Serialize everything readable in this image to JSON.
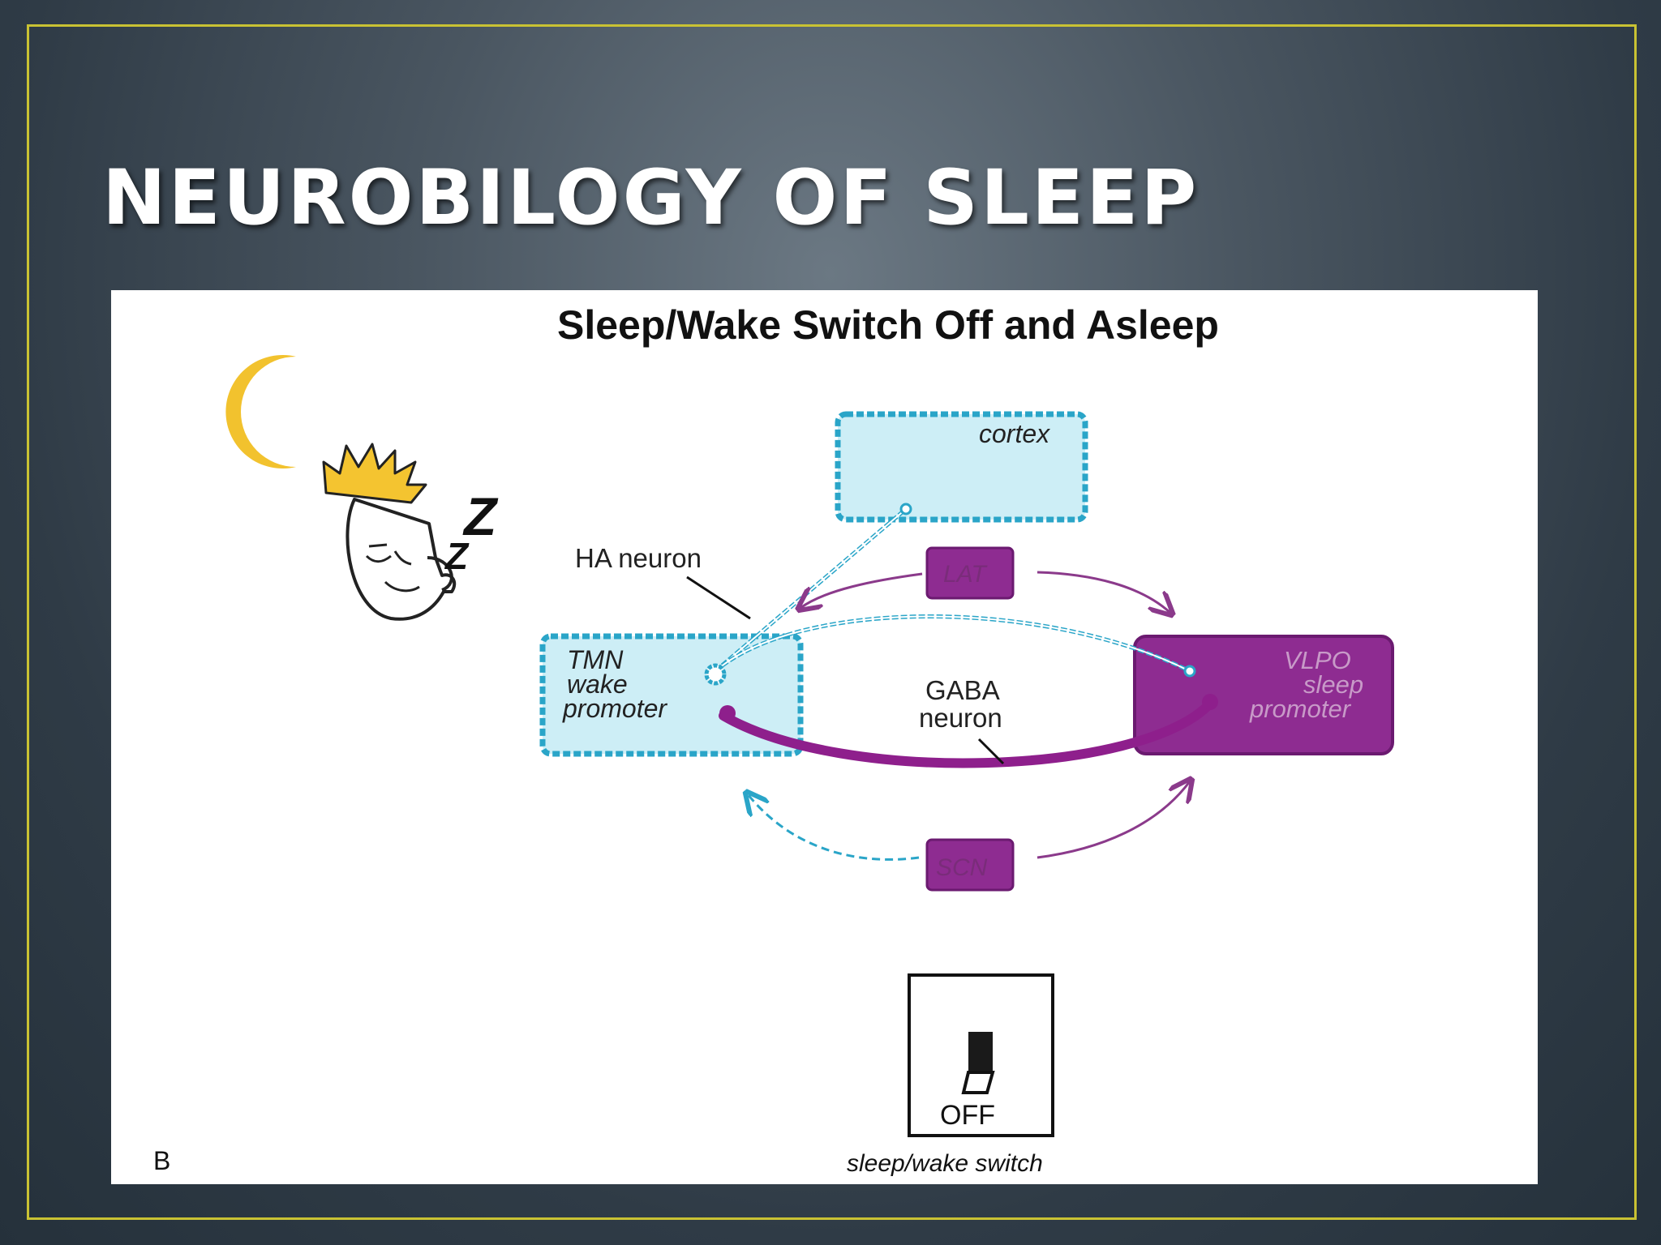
{
  "slide": {
    "title": "NEUROBILOGY OF SLEEP",
    "frame_color": "#c9c233"
  },
  "figure": {
    "title": "Sleep/Wake Switch Off and Asleep",
    "panel_letter": "B",
    "sleeper_z_large": "Z",
    "sleeper_z_small": "Z",
    "nodes": {
      "cortex": "cortex",
      "tmn_line1": "TMN",
      "tmn_line2": "wake",
      "tmn_line3": "promoter",
      "vlpo_line1": "VLPO",
      "vlpo_line2": "sleep",
      "vlpo_line3": "promoter",
      "lat": "LAT",
      "scn": "SCN"
    },
    "labels": {
      "ha_neuron": "HA neuron",
      "gaba_line1": "GABA",
      "gaba_line2": "neuron"
    },
    "switch": {
      "state": "OFF",
      "caption": "sleep/wake switch"
    },
    "colors": {
      "wake_fill": "#cdeef6",
      "wake_stroke": "#2aa5c8",
      "sleep_fill": "#8e2c91",
      "sleep_stroke": "#6b1a70",
      "moon": "#f2c22e"
    }
  }
}
